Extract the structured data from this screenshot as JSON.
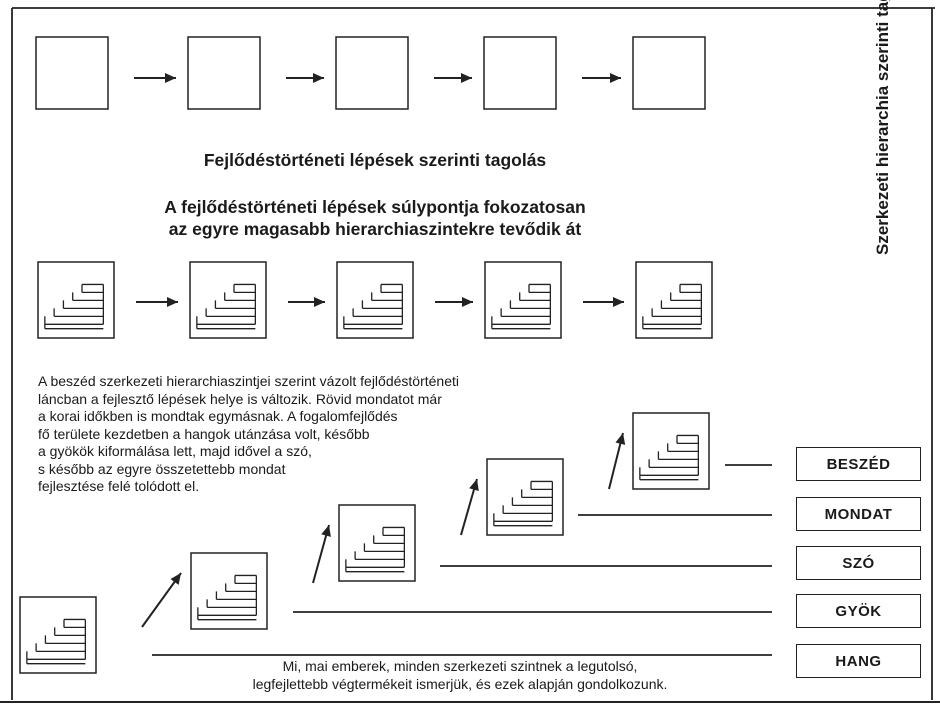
{
  "headings": {
    "section_title": "Fejlődéstörténeti lépések szerinti tagolás",
    "subtitle_line1": "A fejlődéstörténeti lépések súlypontja fokozatosan",
    "subtitle_line2": "az egyre magasabb hierarchiaszintekre tevődik át"
  },
  "vertical_title": "Szerkezeti hierarchia szerinti tagolás",
  "description_lines": [
    "A beszéd szerkezeti hierarchiaszintjei szerint vázolt fejlődéstörténeti",
    "láncban a fejlesztő lépések helye is változik. Rövid mondatot már",
    "a korai időkben is mondtak egymásnak. A fogalomfejlődés",
    "fő területe kezdetben a hangok utánzása volt, később",
    "a gyökök kiformálása lett, majd idővel a szó,",
    "s később az egyre összetettebb mondat",
    "fejlesztése felé tolódott el."
  ],
  "levels": [
    "BESZÉD",
    "MONDAT",
    "SZÓ",
    "GYÖK",
    "HANG"
  ],
  "footer_lines": [
    "Mi, mai emberek, minden szerkezeti szintnek a legutolsó,",
    "legfejlettebb végtermékeit ismerjük, és ezek alapján gondolkozunk."
  ]
}
